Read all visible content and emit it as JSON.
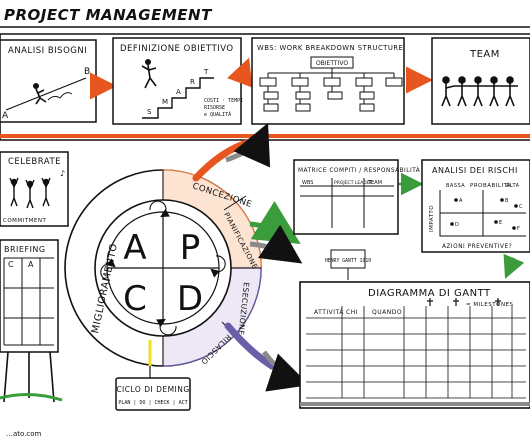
{
  "header": {
    "title": "PROJECT MANAGEMENT"
  },
  "steps": [
    {
      "label": "ANALISI BISOGNI",
      "marker_a": "A",
      "marker_b": "B"
    },
    {
      "label": "DEFINIZIONE OBIETTIVO",
      "smart": [
        "S",
        "M",
        "A",
        "R",
        "T"
      ],
      "note_line1": "COSTI · TEMPI",
      "note_line2": "RISORSE",
      "note_line3": "e QUALITÀ"
    },
    {
      "label": "WBS: WORK BREAKDOWN STRUCTURE",
      "root_box": "OBIETTIVO"
    },
    {
      "label": "TEAM"
    }
  ],
  "left": {
    "celebrate": "CELEBRATE",
    "commitment": "COMMITMENT",
    "briefing": "BRIEFING",
    "matrix_cols": [
      "C",
      "A"
    ]
  },
  "cycle": {
    "letters": [
      "A",
      "P",
      "C",
      "D"
    ],
    "ring_label": "MIGLIORAMENTO",
    "phases": [
      "CONCEZIONE",
      "PIANIFICAZIONE",
      "ESECUZIONE",
      "RILASCIO"
    ],
    "deming_title": "CICLO DI DEMING",
    "deming_sub": "PLAN | DO | CHECK | ACT"
  },
  "matrix": {
    "title": "MATRICE COMPITI / RESPONSABILITÀ",
    "columns": [
      "WBS",
      "PROJECT LEADER",
      "TEAM"
    ]
  },
  "risks": {
    "title": "ANALISI DEI RISCHI",
    "impact": "IMPATTO",
    "probability": "PROBABILITÀ",
    "low": "BASSA",
    "high": "ALTA",
    "actions": "AZIONI PREVENTIVE?",
    "points": [
      "A",
      "B",
      "C",
      "D",
      "E",
      "F"
    ]
  },
  "gantt": {
    "title": "DIAGRAMMA DI GANTT",
    "columns": [
      "ATTIVITÀ",
      "CHI",
      "QUANDO"
    ],
    "milestones": "= MILESTONES",
    "note": "HENRY GANTT 1910"
  },
  "footer": {
    "credit": "…ato.com"
  },
  "colors": {
    "ink": "#111111",
    "accent_orange": "#e8561f",
    "ring_orange": "#f08a4b",
    "arrow_gray": "#8a8a8a",
    "arrow_green": "#3a9c3a",
    "arrow_violet": "#6b5ea8",
    "arrow_yellow": "#f0e020"
  }
}
